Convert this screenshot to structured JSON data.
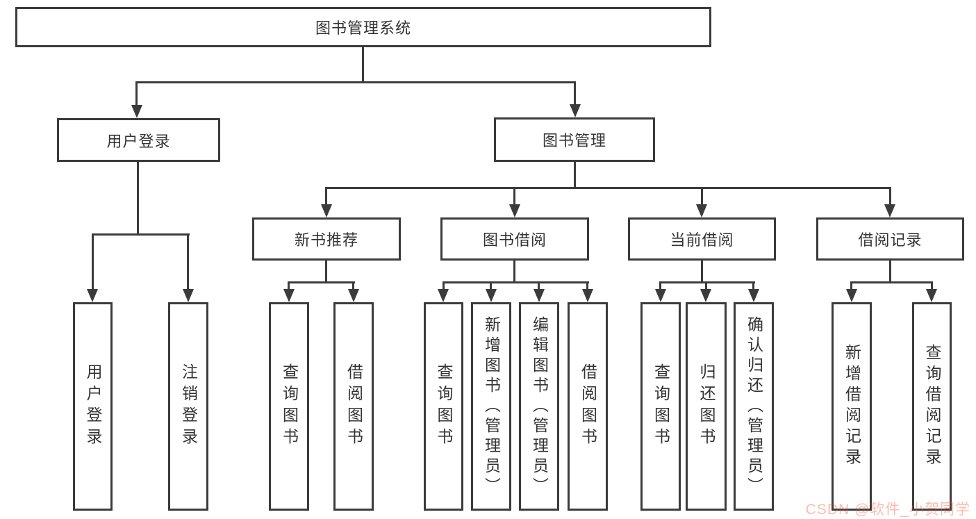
{
  "diagram": {
    "root": "图书管理系统",
    "level2": [
      "用户登录",
      "图书管理"
    ],
    "level3": [
      "新书推荐",
      "图书借阅",
      "当前借阅",
      "借阅记录"
    ],
    "leaves": [
      "用户登录",
      "注销登录",
      "查询图书",
      "借阅图书",
      "查询图书",
      "新增图书（管理员）",
      "编辑图书（管理员）",
      "借阅图书",
      "查询图书",
      "归还图书",
      "确认归还（管理员）",
      "新增借阅记录",
      "查询借阅记录"
    ]
  },
  "watermark": {
    "text": "CSDN @软件_小贺同学",
    "color": "#fc5531"
  },
  "colors": {
    "line": "#3b3b3b",
    "text": "#333333",
    "background": "#ffffff"
  }
}
